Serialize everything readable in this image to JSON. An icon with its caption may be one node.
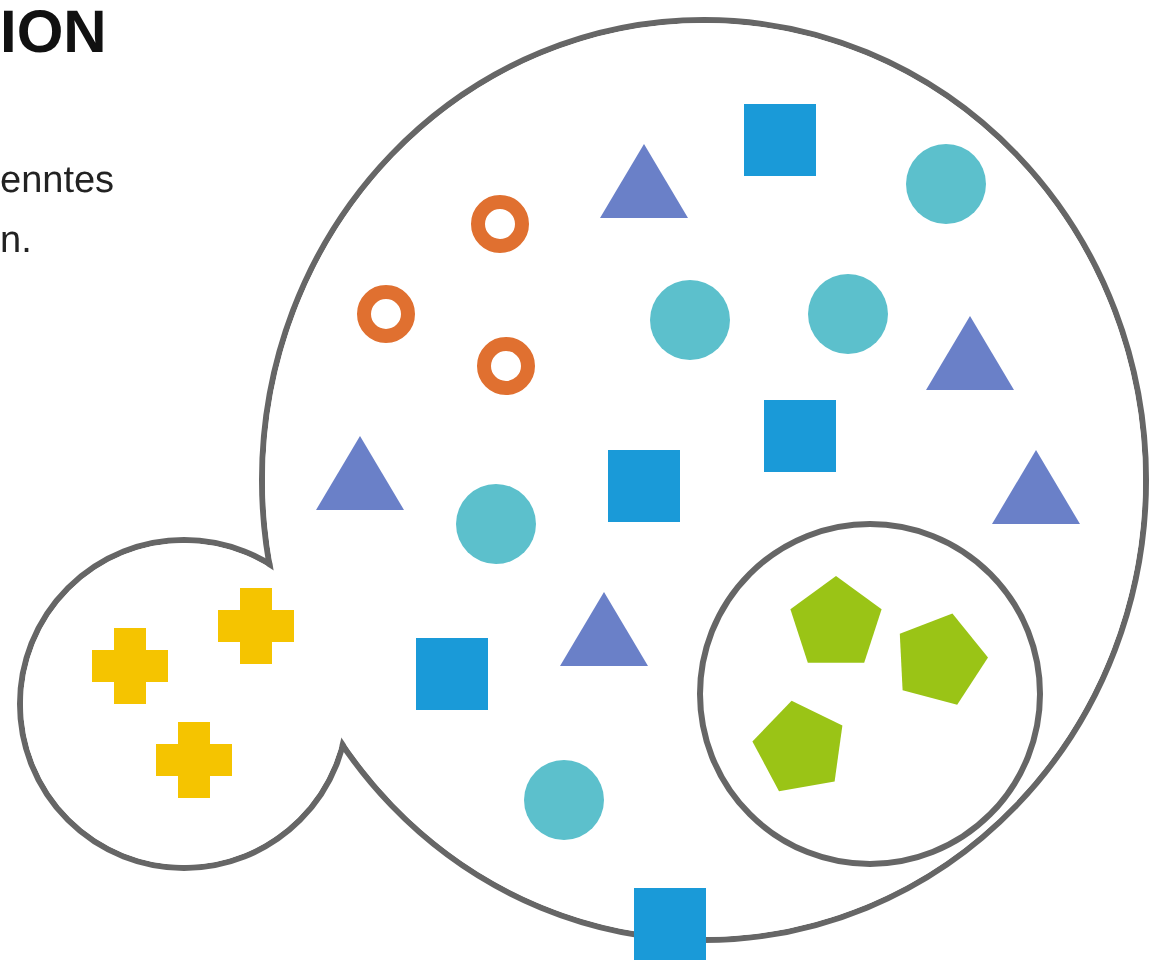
{
  "diagram": {
    "title": "ION",
    "nodes": [
      {
        "text": [],
        "shape": "cloud"
      },
      {
        "text": [],
        "shape": "circle",
        "in": 0
      }
    ],
    "labels": [
      "enntes",
      "n."
    ]
  }
}
